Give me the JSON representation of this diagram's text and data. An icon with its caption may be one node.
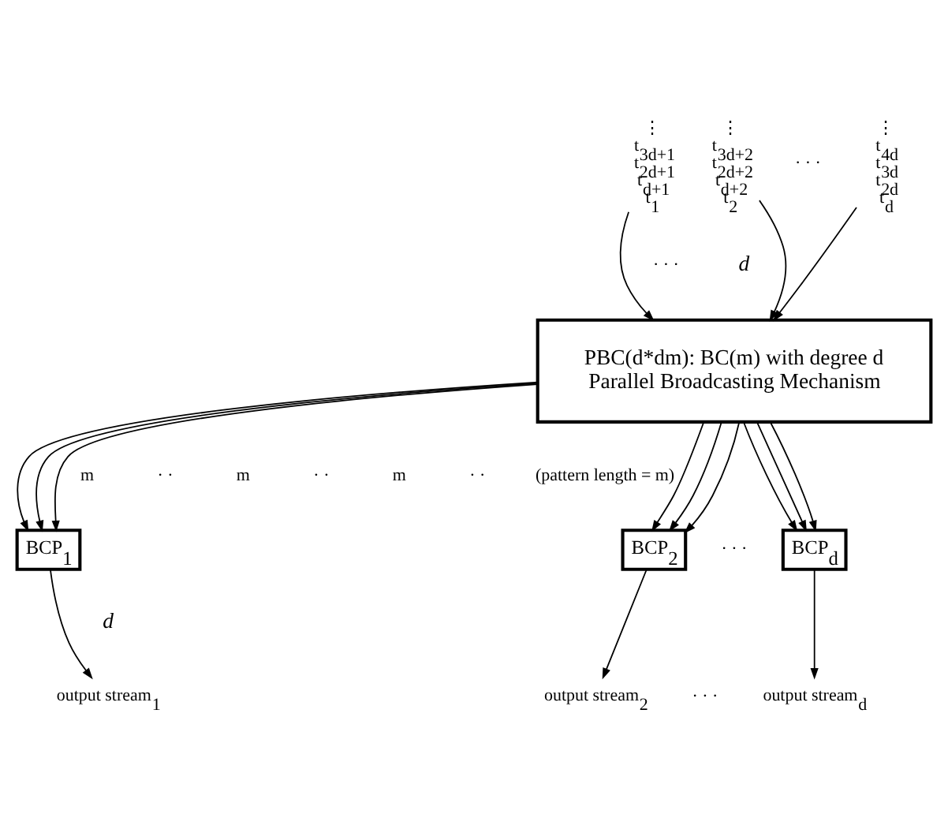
{
  "diagram": {
    "nodes": [
      {
        "text": [
          "⋮",
          "t$_{3d+1}$",
          "t$_{2d+1}$",
          "t$_{d+1}$",
          "t$_{1}$"
        ]
      },
      {
        "text": [
          "⋮",
          "t$_{3d+2}$",
          "t$_{2d+2}$",
          "t$_{d+2}$",
          "t$_{2}$"
        ]
      },
      {
        "text": [
          "⋮",
          "t$_{4d}$",
          "t$_{3d}$",
          "t$_{2d}$",
          "t$_{d}$"
        ]
      },
      {
        "text": [
          "PBC(d*dm): BC(m) with degree d",
          "Parallel Broadcasting Mechanism"
        ]
      },
      {
        "text": [
          "BCP$_{1}$"
        ]
      },
      {
        "text": [
          "BCP$_{2}$"
        ]
      },
      {
        "text": [
          "BCP$_{d}$"
        ]
      },
      {
        "text": [
          "output stream$_{1}$"
        ]
      },
      {
        "text": [
          "output stream$_{2}$"
        ]
      },
      {
        "text": [
          "output stream$_{d}$"
        ]
      }
    ],
    "edges": [
      {
        "from": 0,
        "to": 3,
        "arrow": "to"
      },
      {
        "from": 1,
        "to": 3,
        "arrow": "to"
      },
      {
        "from": 2,
        "to": 3,
        "arrow": "to"
      },
      {
        "from": 3,
        "to": 4,
        "arrow": "to"
      },
      {
        "from": 3,
        "to": 4,
        "arrow": "to"
      },
      {
        "from": 3,
        "to": 4,
        "arrow": "to"
      },
      {
        "from": 3,
        "to": 5,
        "arrow": "to"
      },
      {
        "from": 3,
        "to": 5,
        "arrow": "to"
      },
      {
        "from": 3,
        "to": 5,
        "arrow": "to"
      },
      {
        "from": 3,
        "to": 6,
        "arrow": "to"
      },
      {
        "from": 3,
        "to": 6,
        "arrow": "to"
      },
      {
        "from": 3,
        "to": 6,
        "arrow": "to"
      },
      {
        "from": 4,
        "to": 7,
        "arrow": "to"
      },
      {
        "from": 5,
        "to": 8,
        "arrow": "to"
      },
      {
        "from": 6,
        "to": 9,
        "arrow": "to"
      }
    ],
    "labels": [
      "· · ·",
      "· · ·",
      "d",
      "m",
      "· ·",
      "m",
      "· ·",
      "m",
      "· ·",
      "(pattern length = m)",
      "· · ·",
      "d",
      "· · ·"
    ]
  }
}
